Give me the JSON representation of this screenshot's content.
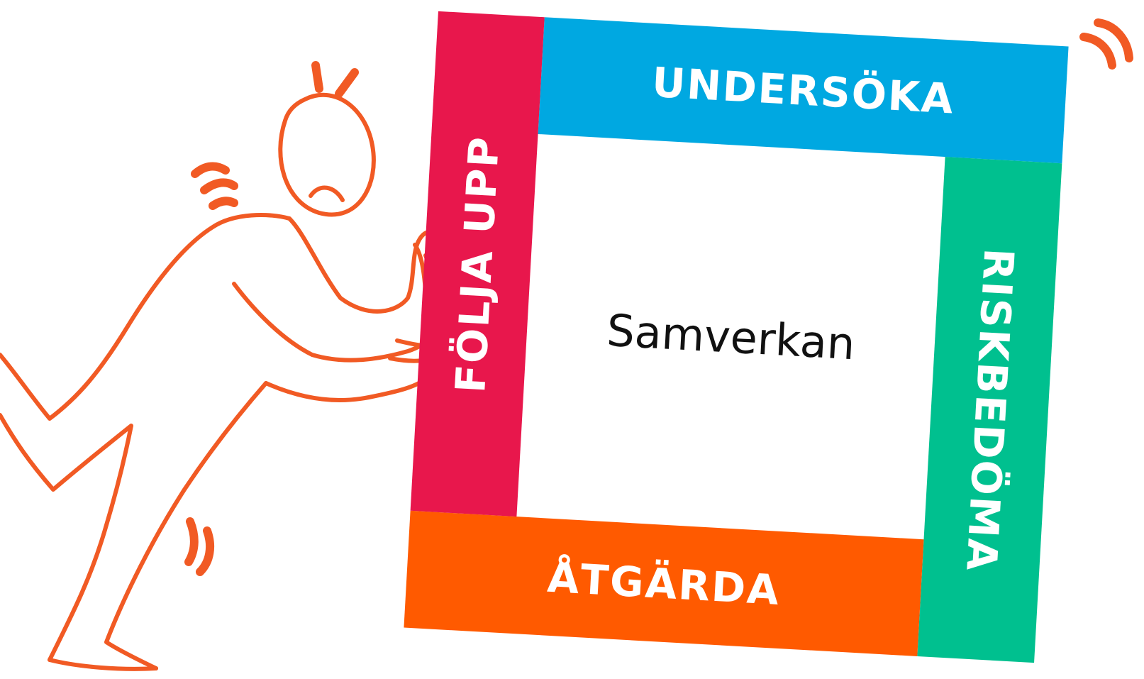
{
  "diagram": {
    "center": "Samverkan",
    "steps": [
      {
        "name": "top",
        "label": "UNDERSÖKA",
        "color": "#00a8e1"
      },
      {
        "name": "right",
        "label": "RISKBEDÖMA",
        "color": "#00c08f"
      },
      {
        "name": "bottom",
        "label": "ÅTGÄRDA",
        "color": "#ff5a00"
      },
      {
        "name": "left",
        "label": "FÖLJA UPP",
        "color": "#e8174c"
      }
    ],
    "illustration": {
      "subject": "pushing-person-icon",
      "color": "#f15a24"
    }
  }
}
